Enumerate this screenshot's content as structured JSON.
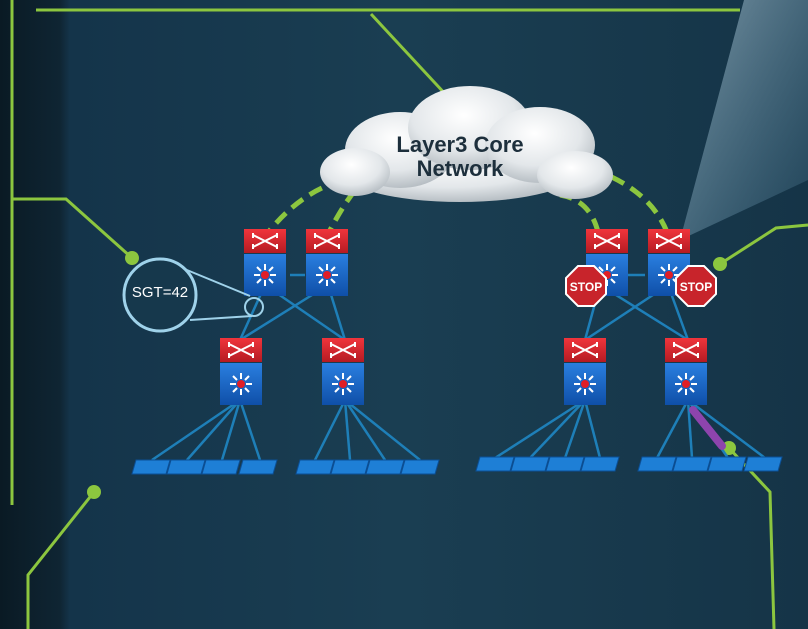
{
  "cloud": {
    "label_line1": "Layer3 Core",
    "label_line2": "Network"
  },
  "tag_bubble": {
    "label": "SGT=42"
  },
  "stop_sign": {
    "label": "STOP",
    "color": "#c8242b"
  },
  "colors": {
    "accent_line": "#8cc63f",
    "link_line": "#1e7fb8",
    "router_top": "#d8262e",
    "switch_blue": "#1560c4",
    "cable_purple": "#8e44ad"
  }
}
